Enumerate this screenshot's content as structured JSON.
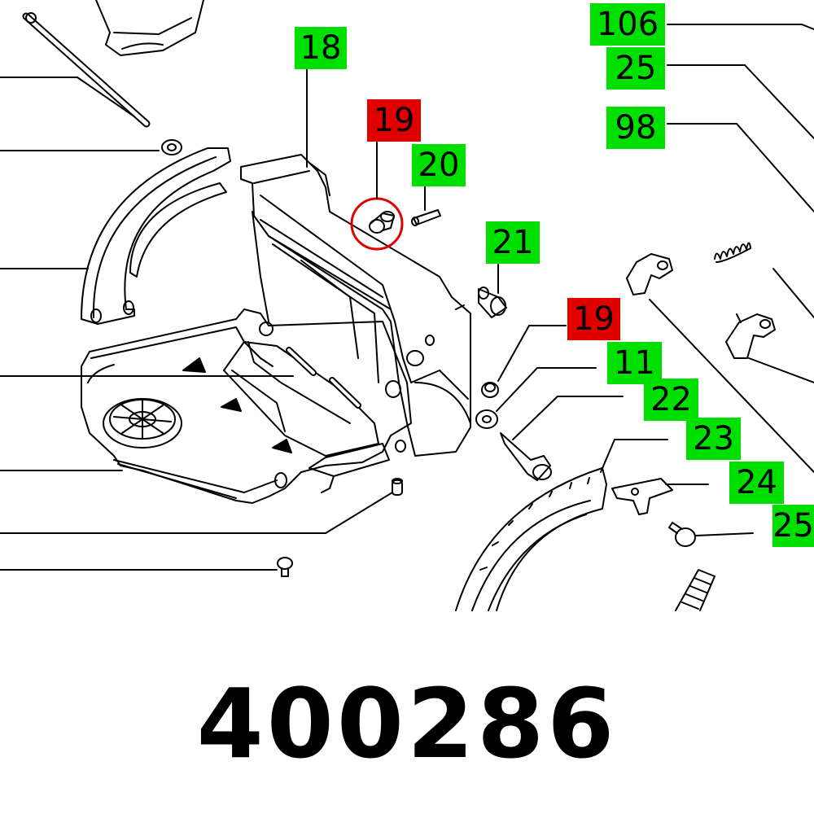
{
  "part_number": "400286",
  "colors": {
    "available": "#00e000",
    "highlighted": "#e00000"
  },
  "callouts": [
    {
      "id": "c18",
      "label": "18",
      "status": "available"
    },
    {
      "id": "c19a",
      "label": "19",
      "status": "highlighted"
    },
    {
      "id": "c20",
      "label": "20",
      "status": "available"
    },
    {
      "id": "c21",
      "label": "21",
      "status": "available"
    },
    {
      "id": "c106",
      "label": "106",
      "status": "available"
    },
    {
      "id": "c25a",
      "label": "25",
      "status": "available"
    },
    {
      "id": "c98",
      "label": "98",
      "status": "available"
    },
    {
      "id": "c19b",
      "label": "19",
      "status": "highlighted"
    },
    {
      "id": "c11",
      "label": "11",
      "status": "available"
    },
    {
      "id": "c22",
      "label": "22",
      "status": "available"
    },
    {
      "id": "c23",
      "label": "23",
      "status": "available"
    },
    {
      "id": "c24",
      "label": "24",
      "status": "available"
    },
    {
      "id": "c25b",
      "label": "25",
      "status": "available"
    }
  ]
}
